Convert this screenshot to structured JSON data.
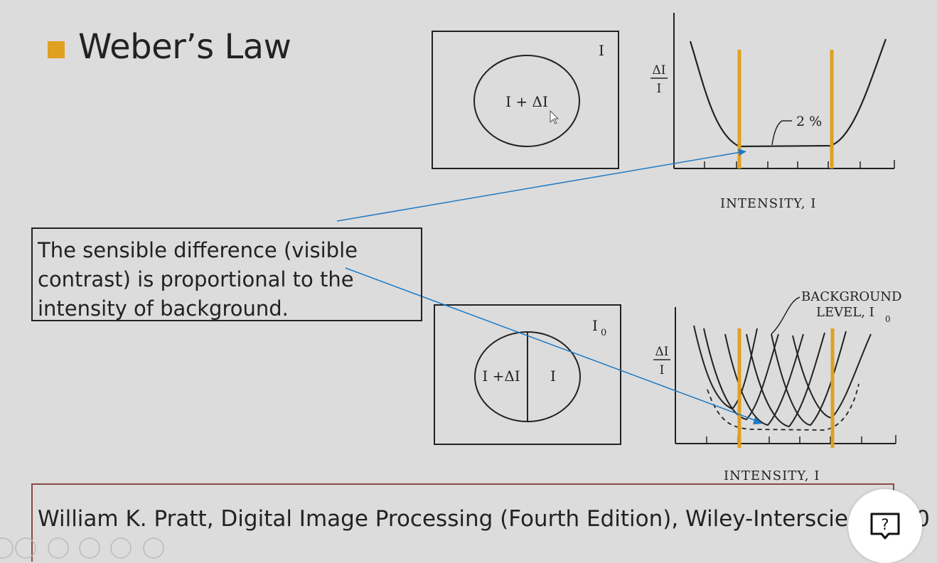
{
  "slide": {
    "title": "Weber’s Law",
    "bullet_color": "#e0a020",
    "callout_text": "The sensible difference (visible contrast) is proportional to the intensity of background.",
    "reference_text": "William K. Pratt, Digital Image Processing (Fourth Edition), Wiley-Interscience, 20"
  },
  "figure_top": {
    "background_label": "I",
    "circle_label": "I + ΔI",
    "ylabel_num": "ΔI",
    "ylabel_den": "I",
    "annotation": "2 %",
    "xlabel": "INTENSITY, I"
  },
  "figure_bottom": {
    "background_label": "I",
    "background_subscript": "0",
    "left_half_label": "I +ΔI",
    "right_half_label": "I",
    "ylabel_num": "ΔI",
    "ylabel_den": "I",
    "annotation_line1": "BACKGROUND",
    "annotation_line2": "LEVEL, I",
    "annotation_subscript": "0",
    "xlabel": "INTENSITY, I"
  },
  "colors": {
    "highlight_bar": "#e0a020",
    "arrow": "#1f7ac4",
    "frame": "#222222",
    "reference_border": "#8a4a44"
  },
  "help_button": {
    "label": "?",
    "icon": "help-chat-icon"
  }
}
